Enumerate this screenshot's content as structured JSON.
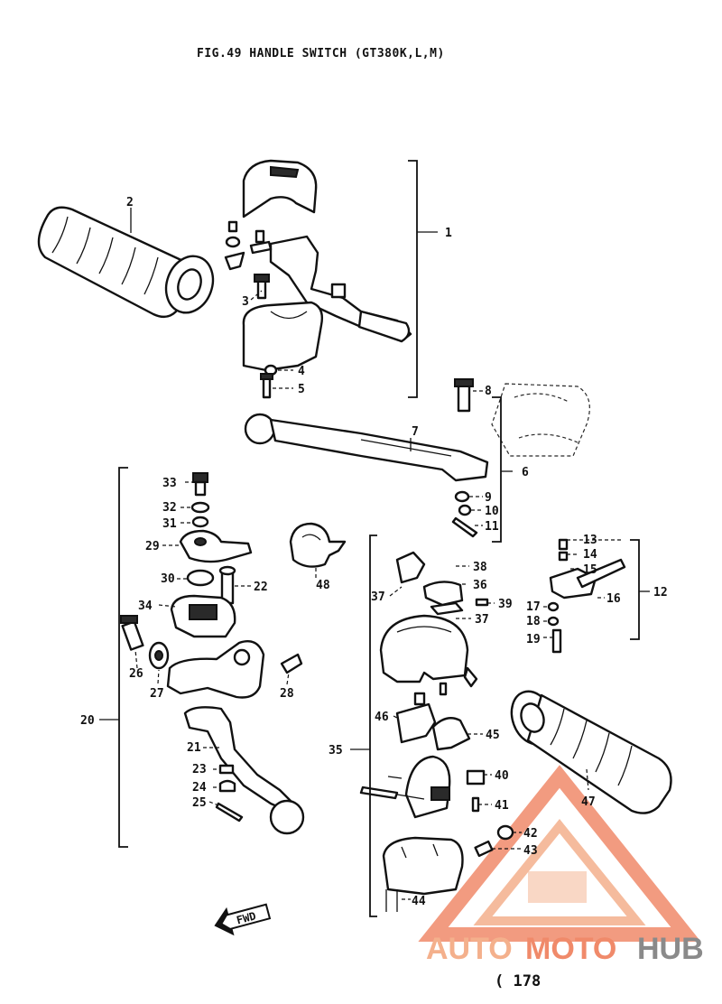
{
  "title": "FIG.49  HANDLE SWITCH (GT380K,L,M)",
  "labels": {
    "l1": "1",
    "l2": "2",
    "l3": "3",
    "l4": "4",
    "l5": "5",
    "l6": "6",
    "l7": "7",
    "l8": "8",
    "l9": "9",
    "l10": "10",
    "l11": "11",
    "l12": "12",
    "l13": "13",
    "l14": "14",
    "l15": "15",
    "l16": "16",
    "l17": "17",
    "l18": "18",
    "l19": "19",
    "l20": "20",
    "l21": "21",
    "l22": "22",
    "l23": "23",
    "l24": "24",
    "l25": "25",
    "l26": "26",
    "l27": "27",
    "l28": "28",
    "l29": "29",
    "l30": "30",
    "l31": "31",
    "l32": "32",
    "l33": "33",
    "l34": "34",
    "l35": "35",
    "l36": "36",
    "l37a": "37",
    "l37b": "37",
    "l38": "38",
    "l39": "39",
    "l40": "40",
    "l41": "41",
    "l42": "42",
    "l43": "43",
    "l44": "44",
    "l45": "45",
    "l46": "46",
    "l47": "47",
    "l48": "48"
  },
  "fwd": "FWD",
  "page_number": "( 178",
  "watermark": {
    "part1": "AUTO",
    "part2": "MOTO",
    "part3": "HUB",
    "color_primary": "#f08a6a",
    "color_accent": "#f4b08c",
    "color_dark": "#8a8a8a"
  }
}
